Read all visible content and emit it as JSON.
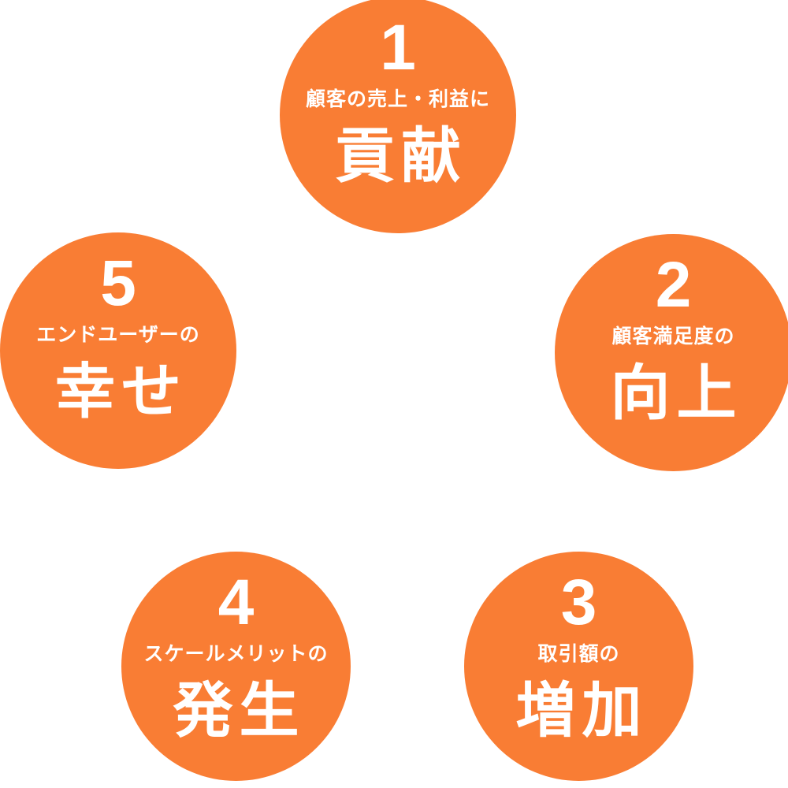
{
  "diagram": {
    "type": "cycle-steps",
    "background_color": "#FFFFFF",
    "circle_color": "#F97D34",
    "text_color": "#FFFFFF",
    "items": [
      {
        "number": "1",
        "label": "顧客の売上・利益に",
        "keyword": "貢献"
      },
      {
        "number": "2",
        "label": "顧客満足度の",
        "keyword": "向上"
      },
      {
        "number": "3",
        "label": "取引額の",
        "keyword": "増加"
      },
      {
        "number": "4",
        "label": "スケールメリットの",
        "keyword": "発生"
      },
      {
        "number": "5",
        "label": "エンドユーザーの",
        "keyword": "幸せ"
      }
    ]
  }
}
